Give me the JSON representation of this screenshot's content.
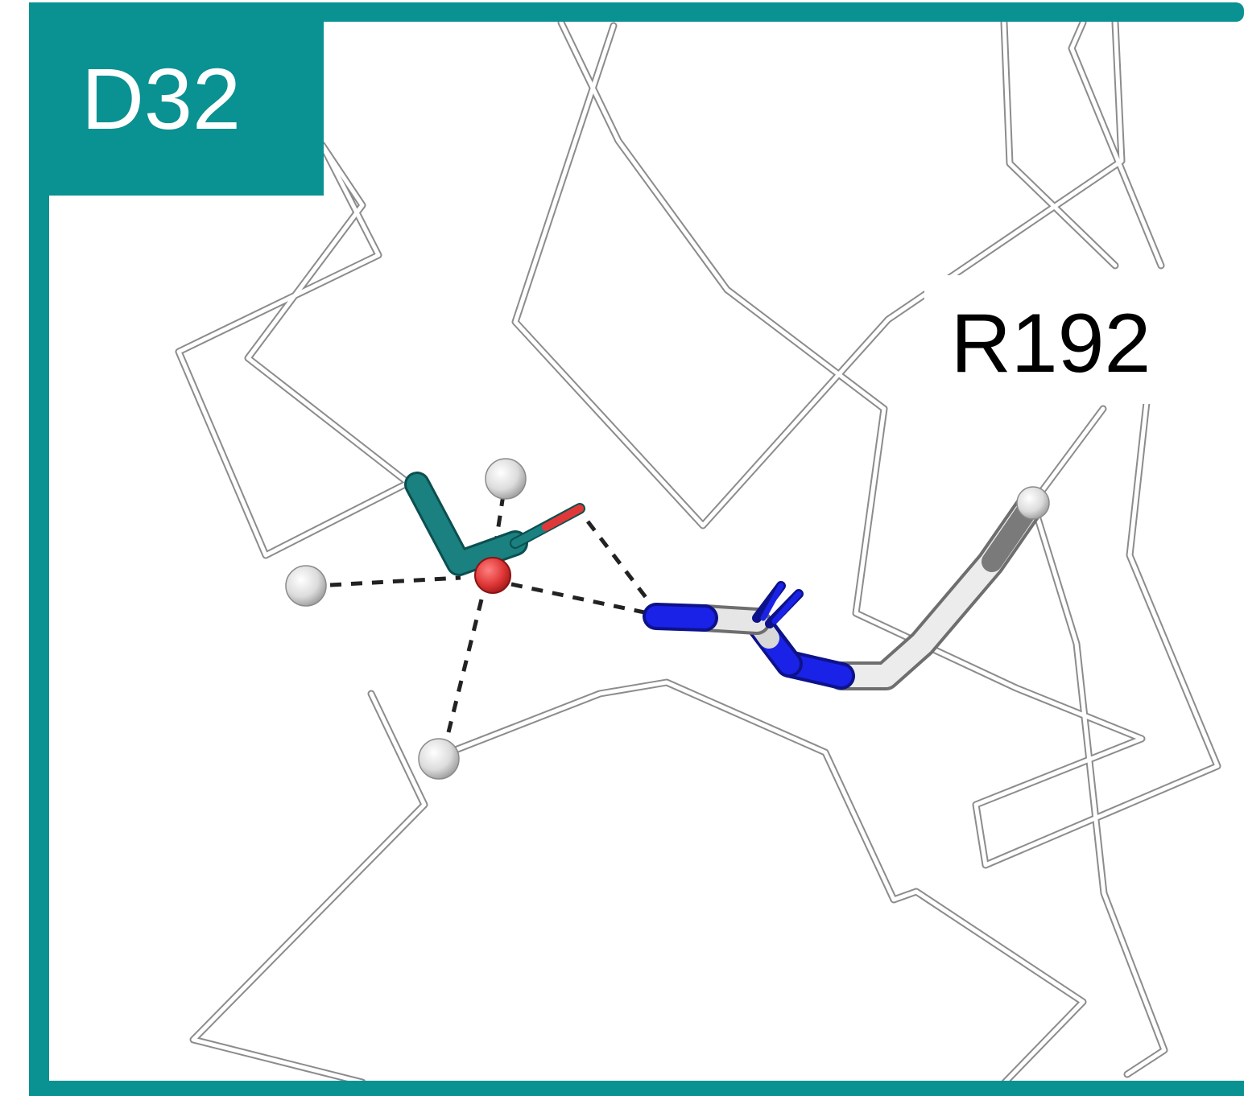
{
  "labels": {
    "panel_label": "D32",
    "residue_label": "R192"
  },
  "colors": {
    "frame_teal": "#0a9191",
    "backbone_fill": "#ffffff",
    "backbone_edge": "#9a9a9a",
    "asp_carbon": "#1a8080",
    "oxygen": "#e03838",
    "nitrogen": "#1a22e8",
    "arg_carbon": "#d6d6d6",
    "hbond_dash": "#222222",
    "water": "#e6e6e6"
  },
  "icons": {
    "hbond": "dashed-line",
    "water_molecule": "sphere"
  }
}
